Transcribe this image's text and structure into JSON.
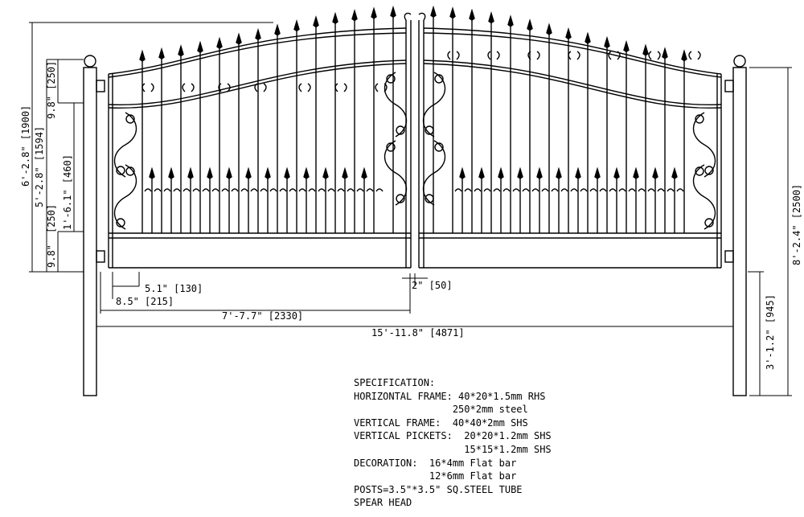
{
  "dimensions": {
    "overall_height": "6'-2.8\" [1900]",
    "frame_height": "5'-2.8\" [1594]",
    "top_band": "9.8\" [250]",
    "middle_band": "1'-6.1\" [460]",
    "lower_band_mm": "[250]",
    "bottom_band": "9.8\"",
    "post_height": "8'-2.4\" [2500]",
    "post_embed": "3'-1.2\" [945]",
    "picket_spacing": "5.1\" [130]",
    "side_gap_in": "8.5\"",
    "side_gap_mm": "[215]",
    "leaf_width": "7'-7.7\" [2330]",
    "center_gap": "2\" [50]",
    "overall_width": "15'-11.8\" [4871]"
  },
  "specification": {
    "title": "SPECIFICATION:",
    "lines": [
      "HORIZONTAL FRAME: 40*20*1.5mm RHS",
      "                 250*2mm steel",
      "VERTICAL FRAME:  40*40*2mm SHS",
      "VERTICAL PICKETS:  20*20*1.2mm SHS",
      "                   15*15*1.2mm SHS",
      "DECORATION:  16*4mm Flat bar",
      "             12*6mm Flat bar",
      "POSTS=3.5\"*3.5\" SQ.STEEL TUBE",
      "SPEAR HEAD"
    ]
  }
}
